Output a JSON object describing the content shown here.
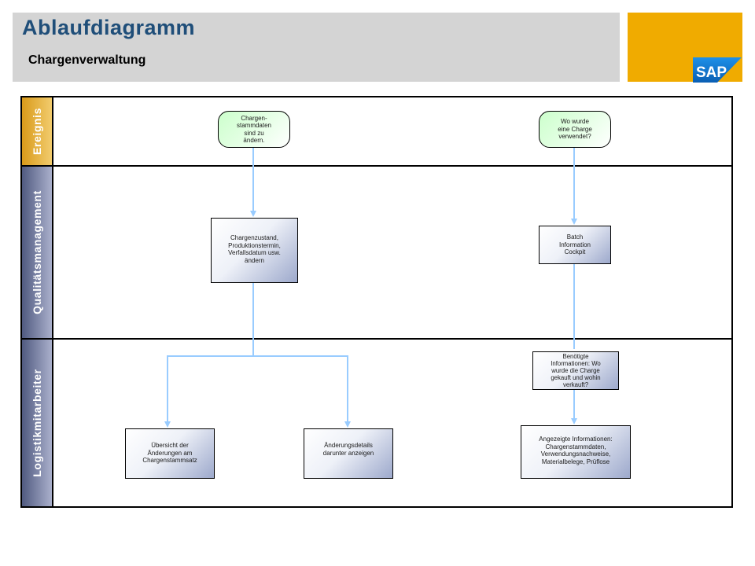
{
  "header": {
    "title": "Ablaufdiagramm",
    "subtitle": "Chargenverwaltung",
    "logo_text": "SAP"
  },
  "colors": {
    "header_band": "#d4d4d4",
    "title": "#1f4e79",
    "logo_box": "#f0ab00",
    "logo_blue": "#0a6ed1",
    "event_fill": "#ccffcc",
    "process_fill_dark": "#9da9cc",
    "connector": "#99ccff"
  },
  "lanes": [
    {
      "id": "ereignis",
      "label": "Ereignis"
    },
    {
      "id": "qualitaet",
      "label": "Qualitätsmanagement"
    },
    {
      "id": "logistik",
      "label": "Logistikmitarbeiter"
    }
  ],
  "nodes": {
    "event_stammdaten": "Chargen-\nstammdaten\nsind zu\nändern.",
    "event_verwendung": "Wo wurde\neine Charge\nverwendet?",
    "proc_chargenzustand": "Chargenzustand,\nProduktionstermin,\nVerfallsdatum usw.\nändern",
    "proc_batch_cockpit": "Batch\nInformation\nCockpit",
    "proc_benoetigte_info": "Benötigte\nInformationen: Wo\nwurde die Charge\ngekauft und wohin\nverkauft?",
    "proc_uebersicht": "Übersicht der\nÄnderungen am\nChargenstammsatz",
    "proc_aenderungsdetails": "Änderungsdetails\ndarunter anzeigen",
    "proc_angezeigte_info": "Angezeigte Informationen:\nChargenstammdaten,\nVerwendungsnachweise,\nMaterialbelege, Prüflose"
  }
}
